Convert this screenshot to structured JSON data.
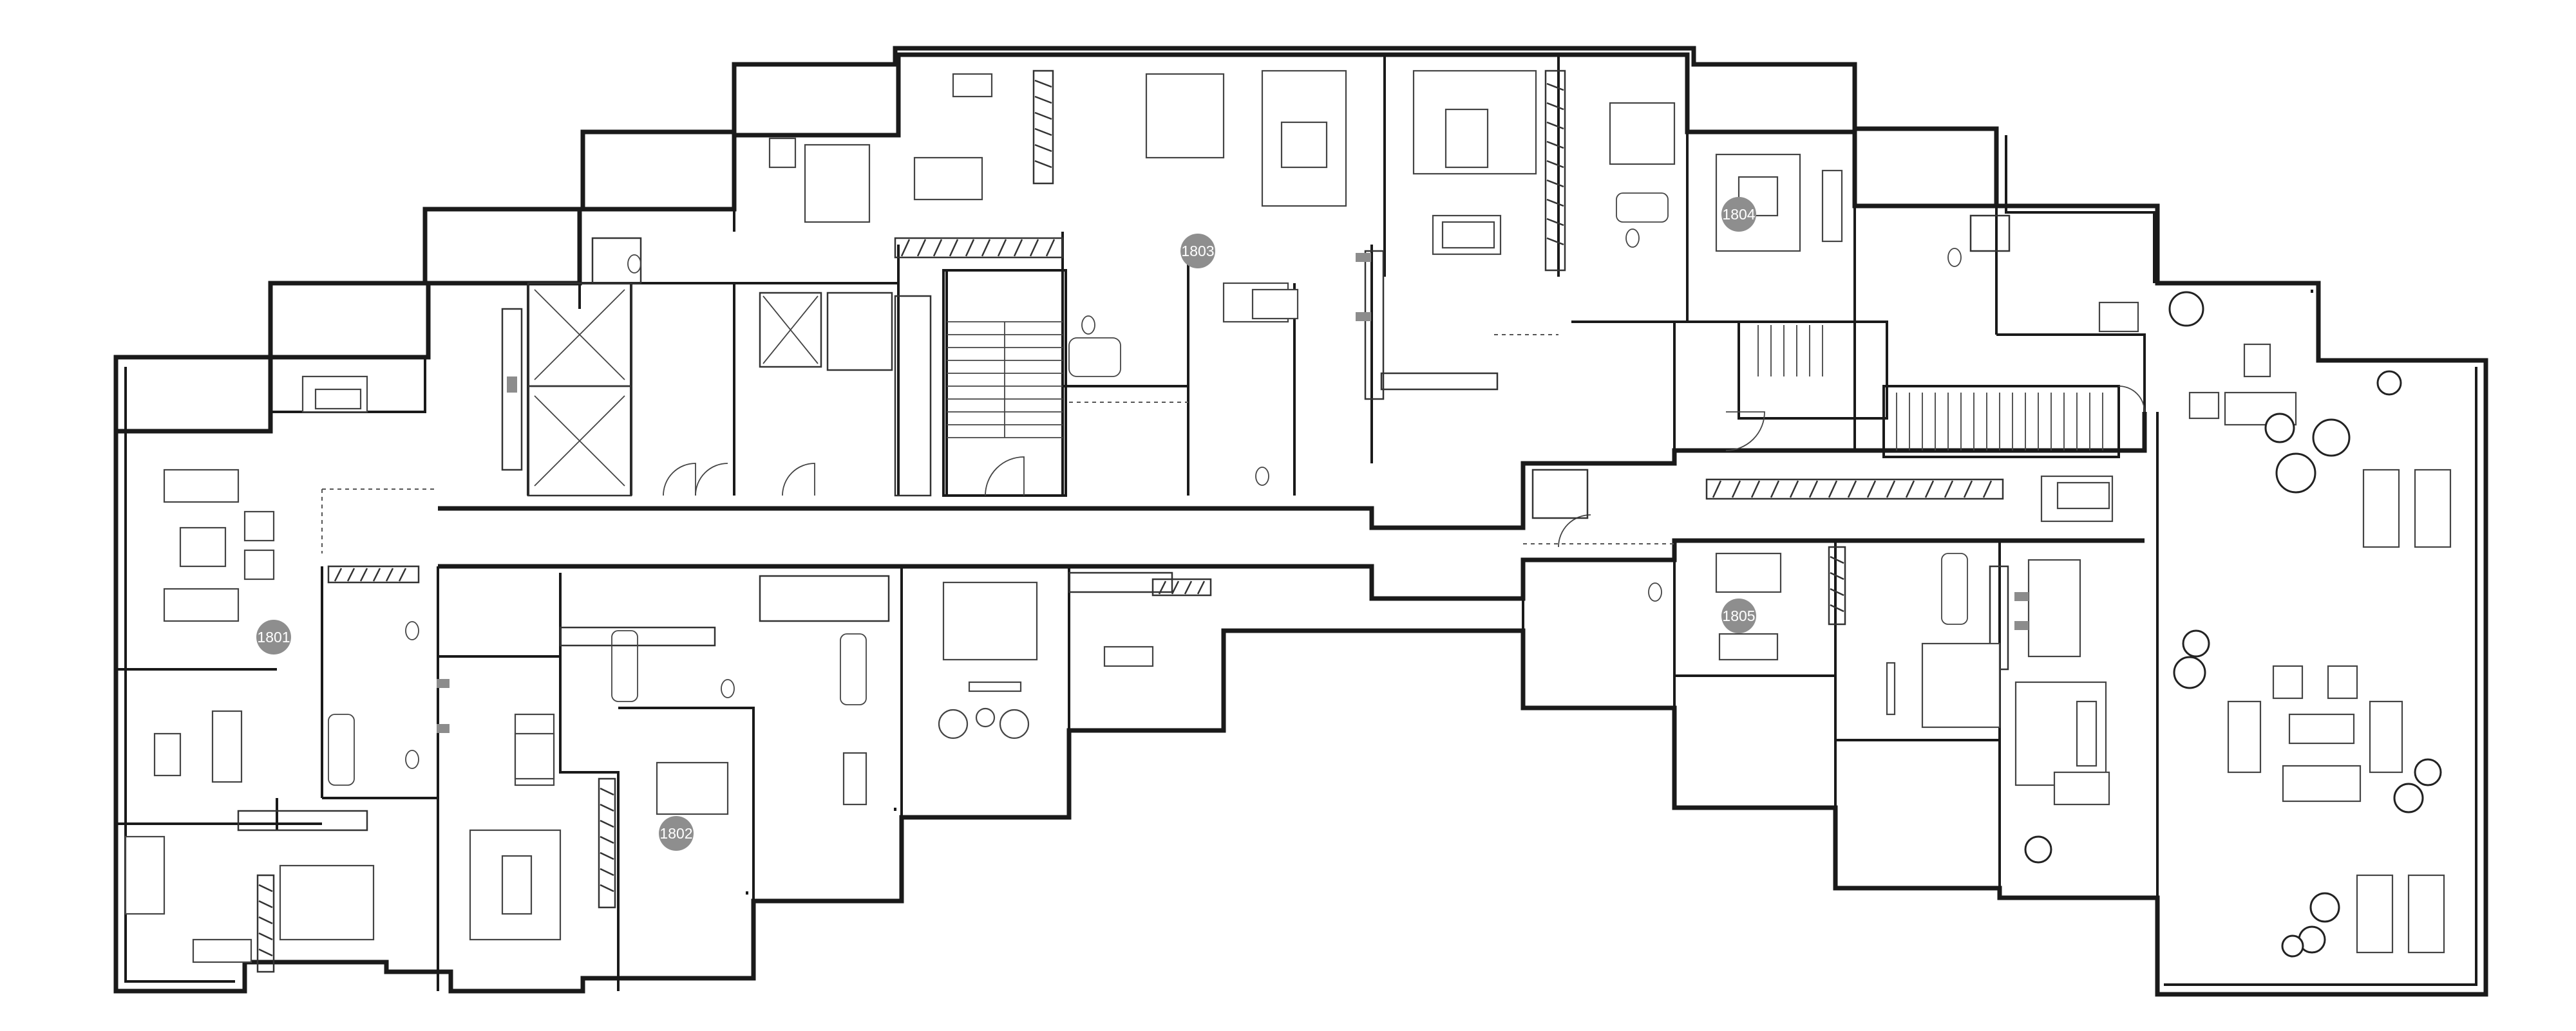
{
  "units": [
    {
      "id": "unit-1801",
      "label": "1801"
    },
    {
      "id": "unit-1802",
      "label": "1802"
    },
    {
      "id": "unit-1803",
      "label": "1803"
    },
    {
      "id": "unit-1804",
      "label": "1804"
    },
    {
      "id": "unit-1805",
      "label": "1805"
    }
  ],
  "colors": {
    "walls": "#1a1a1a",
    "unit_badge": "#8e8e8e",
    "badge_text": "#ffffff",
    "background": "#ffffff"
  }
}
